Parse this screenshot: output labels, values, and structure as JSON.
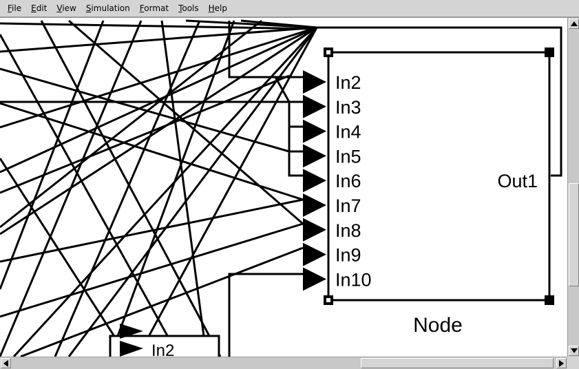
{
  "menu": {
    "file": "File",
    "edit": "Edit",
    "view": "View",
    "simulation": "Simulation",
    "format": "Format",
    "tools": "Tools",
    "help": "Help"
  },
  "block": {
    "name": "Node",
    "inputs": [
      "In2",
      "In3",
      "In4",
      "In5",
      "In6",
      "In7",
      "In8",
      "In9",
      "In10"
    ],
    "output": "Out1"
  },
  "partial_block_label": "In2",
  "colors": {
    "chrome": "#d4d4d4",
    "canvas": "#ffffff",
    "ink": "#000000"
  }
}
